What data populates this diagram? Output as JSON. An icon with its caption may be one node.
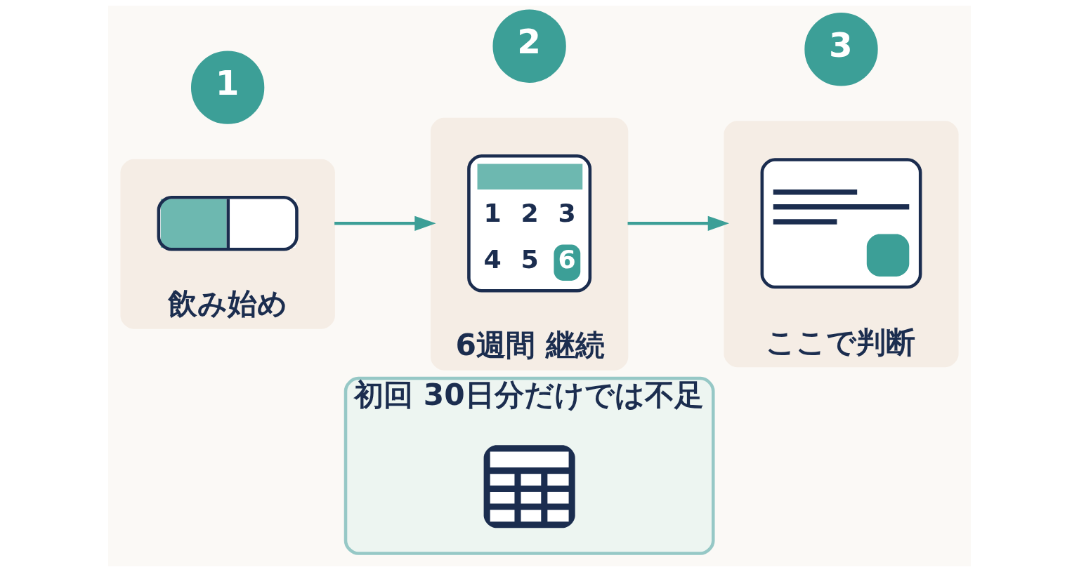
{
  "diagram": {
    "nodes": [
      {
        "text": [
          "1"
        ]
      },
      {
        "text": [
          "飲み始め"
        ]
      },
      {
        "text": [],
        "shape": "picture",
        "in": 1
      },
      {
        "text": [
          "2"
        ]
      },
      {
        "text": [
          "6週間 継続"
        ]
      },
      {
        "text": [
          "1",
          "2",
          "3",
          "4",
          "5",
          "6"
        ],
        "in": 4
      },
      {
        "text": [
          "3"
        ]
      },
      {
        "text": [
          "ここで判断"
        ]
      },
      {
        "text": [],
        "shape": "picture",
        "in": 7
      },
      {
        "text": [
          "初回 30日分だけでは不足"
        ]
      },
      {
        "text": [],
        "shape": "picture",
        "in": 9
      }
    ],
    "edges": [
      {
        "from": 1,
        "to": 4,
        "arrow": "to"
      },
      {
        "from": 4,
        "to": 7,
        "arrow": "to"
      }
    ]
  }
}
